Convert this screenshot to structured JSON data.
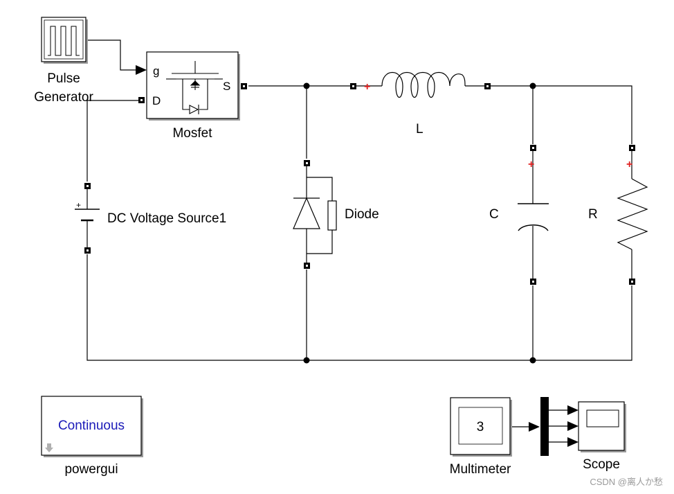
{
  "blocks": {
    "pulse_generator": {
      "label_line1": "Pulse",
      "label_line2": "Generator"
    },
    "mosfet": {
      "label": "Mosfet",
      "port_g": "g",
      "port_d": "D",
      "port_s": "S"
    },
    "dc_source": {
      "label": "DC Voltage Source1",
      "plus_sign": "+"
    },
    "diode": {
      "label": "Diode"
    },
    "inductor": {
      "label": "L",
      "plus_sign": "+"
    },
    "capacitor": {
      "label": "C",
      "plus_sign": "+"
    },
    "resistor": {
      "label": "R",
      "plus_sign": "+"
    },
    "powergui": {
      "label": "powergui",
      "mode": "Continuous"
    },
    "multimeter": {
      "label": "Multimeter",
      "value": "3"
    },
    "scope": {
      "label": "Scope"
    }
  },
  "watermark": "CSDN @离人か愁",
  "colors": {
    "wire": "#000000",
    "port_text": "#1a1ab8",
    "polarity": "#e02020"
  }
}
